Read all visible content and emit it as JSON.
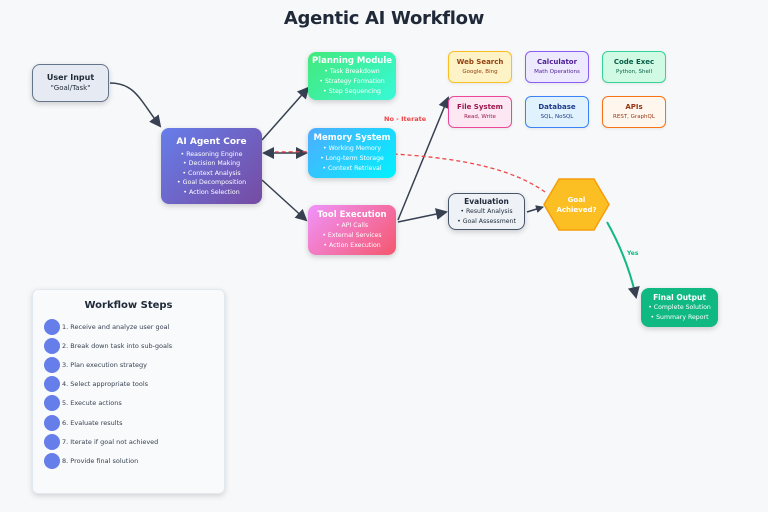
{
  "title": "Agentic AI Workflow",
  "nodes": {
    "user_input": {
      "title": "User Input",
      "subtitle": "\"Goal/Task\""
    },
    "core": {
      "title": "AI Agent Core",
      "items": [
        "• Reasoning Engine",
        "• Decision Making",
        "• Context Analysis",
        "• Goal Decomposition",
        "• Action Selection"
      ]
    },
    "planning": {
      "title": "Planning Module",
      "items": [
        "• Task Breakdown",
        "• Strategy Formation",
        "• Step Sequencing"
      ]
    },
    "memory": {
      "title": "Memory System",
      "items": [
        "• Working Memory",
        "• Long-term Storage",
        "• Context Retrieval"
      ]
    },
    "tool": {
      "title": "Tool Execution",
      "items": [
        "• API Calls",
        "• External Services",
        "• Action Execution"
      ]
    },
    "evaluation": {
      "title": "Evaluation",
      "items": [
        "• Result Analysis",
        "• Goal Assessment"
      ]
    },
    "decision": {
      "line1": "Goal",
      "line2": "Achieved?"
    },
    "final": {
      "title": "Final Output",
      "items": [
        "• Complete Solution",
        "• Summary Report"
      ]
    }
  },
  "tools": [
    {
      "title": "Web Search",
      "sub": "Google, Bing",
      "bg": "#fef3c7",
      "border": "#fbbf24",
      "color": "#92400e"
    },
    {
      "title": "Calculator",
      "sub": "Math Operations",
      "bg": "#ede9fe",
      "border": "#8b5cf6",
      "color": "#4c1d95"
    },
    {
      "title": "Code Exec",
      "sub": "Python, Shell",
      "bg": "#d1fae5",
      "border": "#34d399",
      "color": "#065f46"
    },
    {
      "title": "File System",
      "sub": "Read, Write",
      "bg": "#fce7f3",
      "border": "#ec4899",
      "color": "#9d174d"
    },
    {
      "title": "Database",
      "sub": "SQL, NoSQL",
      "bg": "#e0f2fe",
      "border": "#3b82f6",
      "color": "#1e3a8a"
    },
    {
      "title": "APIs",
      "sub": "REST, GraphQL",
      "bg": "#fff7ed",
      "border": "#f97316",
      "color": "#9a3412"
    }
  ],
  "edge_labels": {
    "no": "No - Iterate",
    "yes": "Yes"
  },
  "steps_panel": {
    "title": "Workflow Steps",
    "steps": [
      "1. Receive and analyze user goal",
      "2. Break down task into sub-goals",
      "3. Plan execution strategy",
      "4. Select appropriate tools",
      "5. Execute actions",
      "6. Evaluate results",
      "7. Iterate if goal not achieved",
      "8. Provide final solution"
    ]
  },
  "colors": {
    "accent": "#667eea",
    "iterate": "#ef4444",
    "success": "#10b981",
    "decision": "#fbbf24",
    "edge": "#374151"
  }
}
